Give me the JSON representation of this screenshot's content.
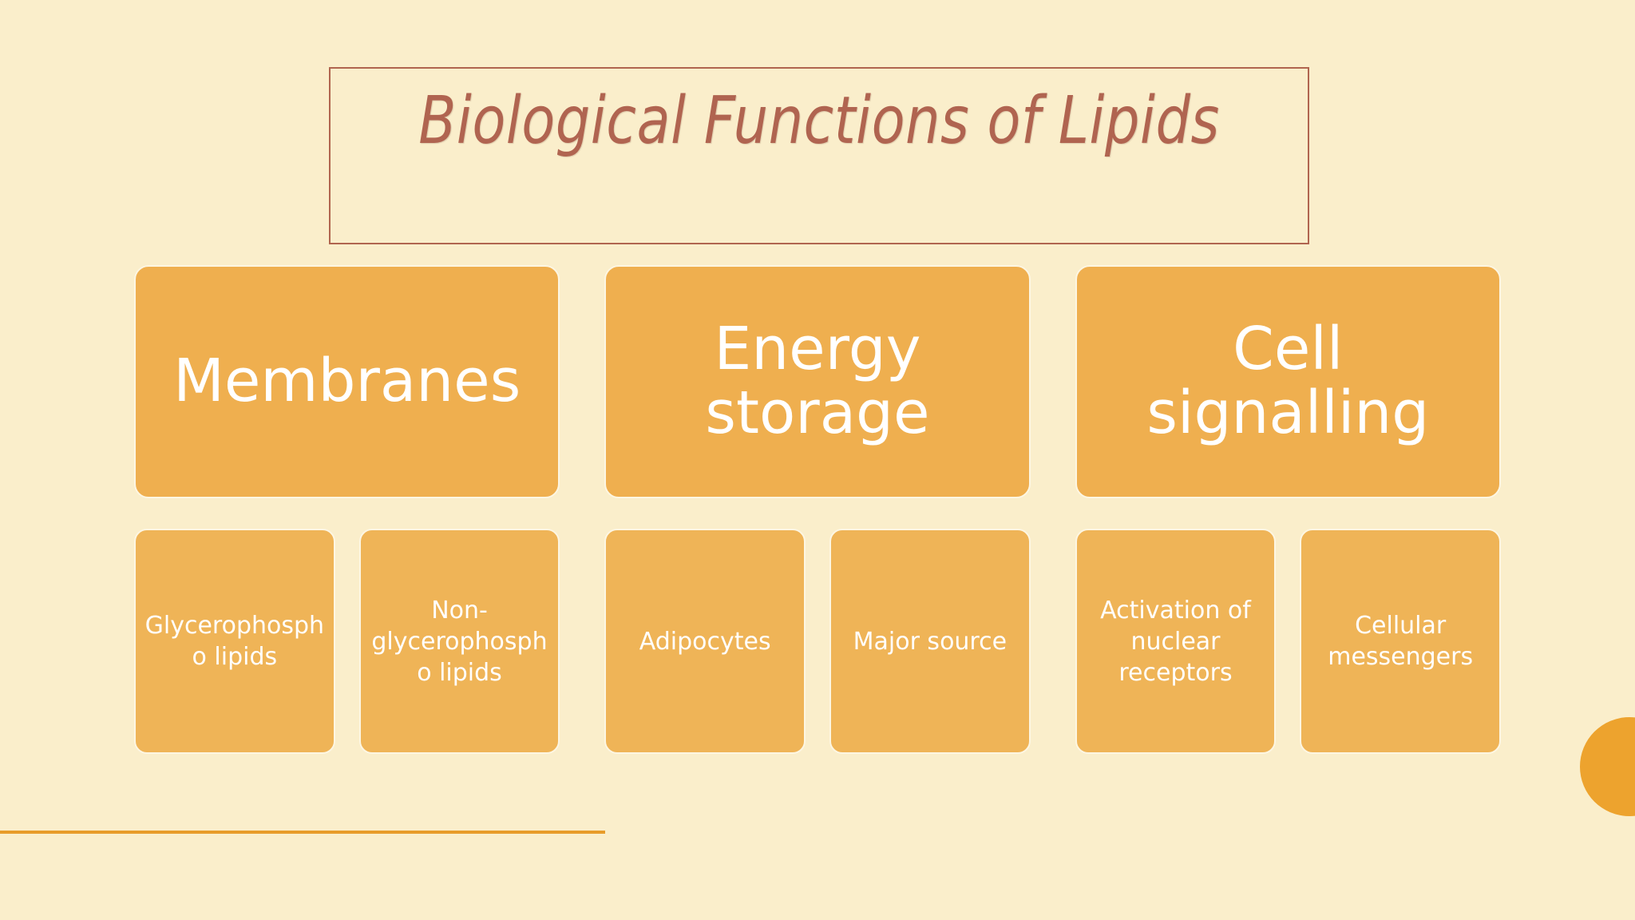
{
  "slide": {
    "background_color": "#faeecb",
    "title": {
      "text": "Biological Functions of Lipids",
      "color": "#b06450",
      "border_color": "#b0654f"
    },
    "accent_colors": {
      "main_card": "#efaf4f",
      "sub_card": "#efb457",
      "rule": "#e89c2a",
      "circle": "#eda32e",
      "card_text": "#ffffff"
    },
    "categories": [
      {
        "label": "Membranes",
        "details": [
          "Glycerophospho lipids",
          "Non-glycerophospho lipids"
        ]
      },
      {
        "label": "Energy\nstorage",
        "details": [
          "Adipocytes",
          "Major source"
        ]
      },
      {
        "label": "Cell\nsignalling",
        "details": [
          "Activation of nuclear receptors",
          "Cellular messengers"
        ]
      }
    ]
  }
}
